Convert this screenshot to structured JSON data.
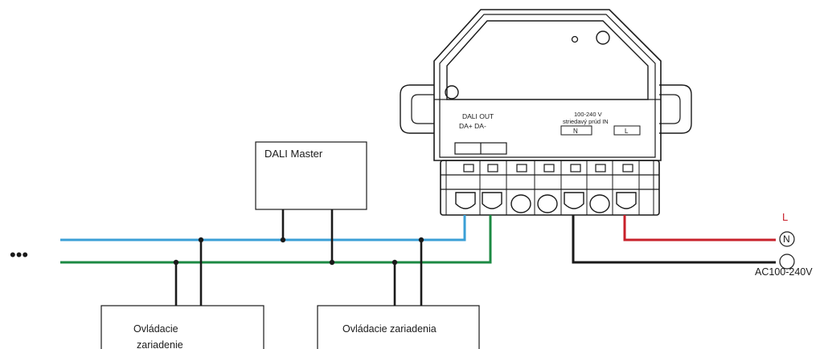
{
  "module": {
    "dali_out_label": "DALI OUT",
    "dali_terminals_label": "DA+ DA-",
    "power_in_voltage": "100-240 V",
    "power_in_label": "striedavý prúd IN",
    "terminal_n": "N",
    "terminal_l": "L"
  },
  "dali_master": {
    "label": "DALI Master"
  },
  "control_devices": [
    {
      "label_line1": "Ovládacie",
      "label_line2": "zariadenie"
    },
    {
      "label": "Ovládacie zariadenia"
    }
  ],
  "bus_continuation": "•••",
  "mains": {
    "l_label": "L",
    "n_label": "N",
    "voltage_label": "AC100-240V"
  },
  "colors": {
    "dali_bus_plus": "#3a9fd6",
    "dali_bus_minus": "#1c8a43",
    "live_wire": "#c8202a",
    "neutral_wire": "#1a1a1a",
    "l_label": "#c8202a"
  }
}
